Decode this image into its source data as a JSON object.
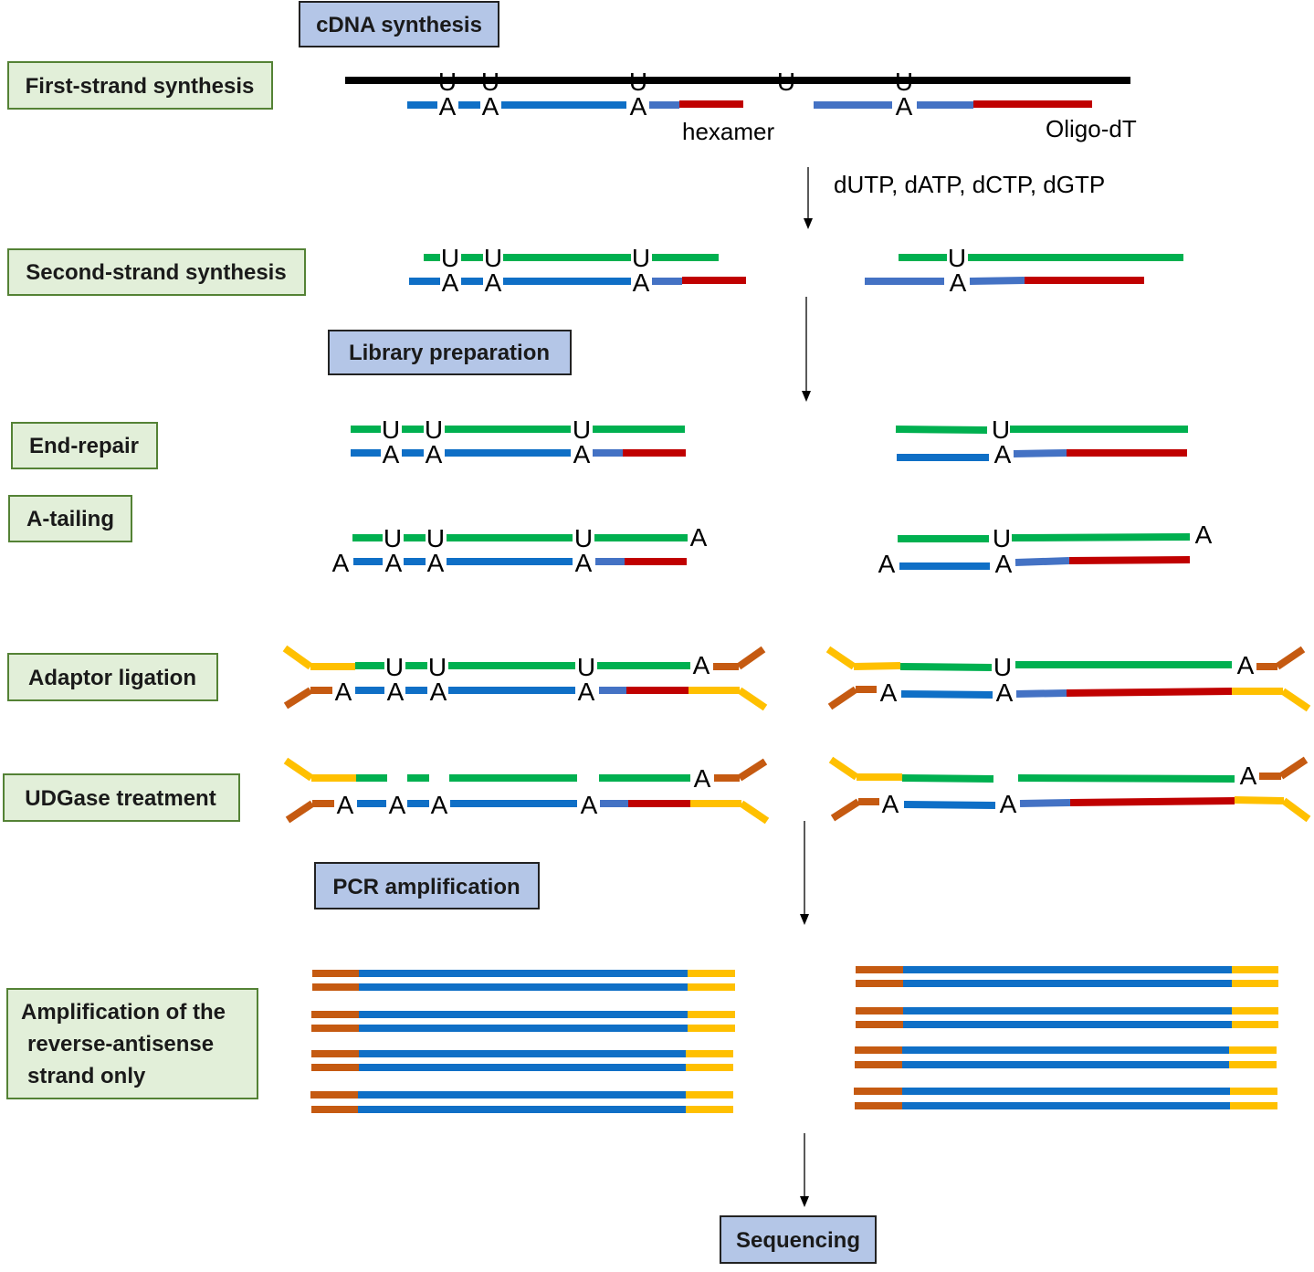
{
  "stages": {
    "cdna_synthesis": "cDNA synthesis",
    "library_preparation": "Library preparation",
    "pcr_amplification": "PCR amplification",
    "sequencing": "Sequencing"
  },
  "steps": {
    "first_strand": "First-strand synthesis",
    "second_strand": "Second-strand synthesis",
    "end_repair": "End-repair",
    "a_tailing": "A-tailing",
    "adaptor_ligation": "Adaptor ligation",
    "udgase": "UDGase treatment",
    "amplification_lines": [
      "Amplification of the",
      "reverse-antisense",
      "strand only"
    ]
  },
  "labels": {
    "hexamer": "hexamer",
    "oligo_dt": "Oligo-dT",
    "nucleotides": "dUTP, dATP, dCTP, dGTP"
  },
  "bases": {
    "u": "U",
    "a": "A"
  },
  "colors": {
    "rna": "#000000",
    "first_strand": "#0f6fc6",
    "primer_link": "#4472c4",
    "primer": "#c00000",
    "second_strand": "#00b050",
    "adaptor_yellow": "#ffc000",
    "adaptor_orange": "#c55a11"
  }
}
